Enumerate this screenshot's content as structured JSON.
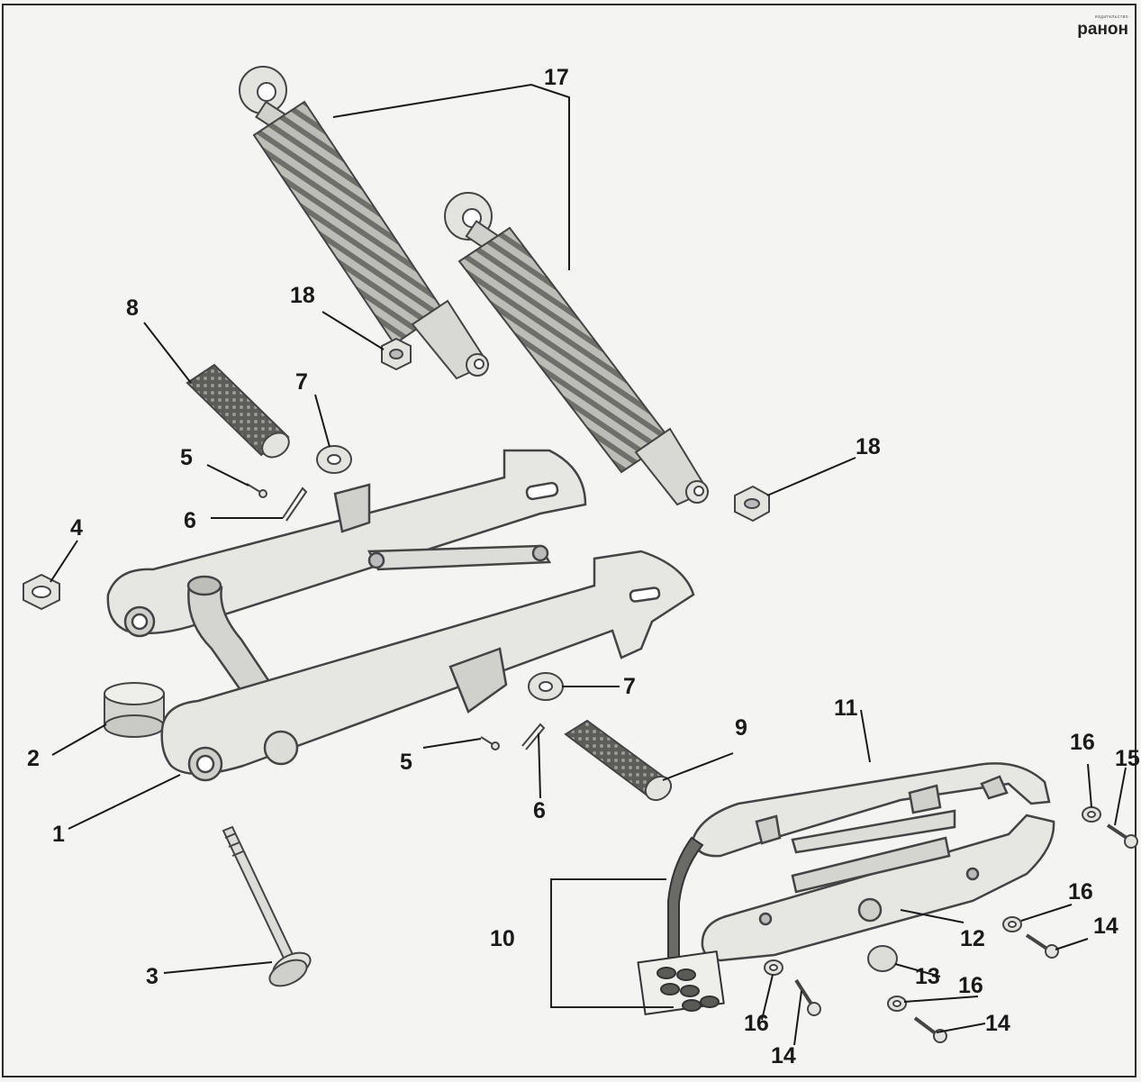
{
  "brand": {
    "logo_text": "ранон",
    "tagline": "издательство"
  },
  "colors": {
    "part_fill": "#e3e3df",
    "part_stroke": "#444444",
    "spring_dark": "#8a8a86",
    "line": "#222222"
  },
  "callouts": {
    "c1": "1",
    "c2": "2",
    "c3": "3",
    "c4": "4",
    "c5a": "5",
    "c5b": "5",
    "c6a": "6",
    "c6b": "6",
    "c7a": "7",
    "c7b": "7",
    "c8": "8",
    "c9": "9",
    "c10": "10",
    "c11": "11",
    "c12": "12",
    "c13": "13",
    "c14a": "14",
    "c14b": "14",
    "c14c": "14",
    "c15": "15",
    "c16a": "16",
    "c16b": "16",
    "c16c": "16",
    "c16d": "16",
    "c17": "17",
    "c18a": "18",
    "c18b": "18"
  }
}
